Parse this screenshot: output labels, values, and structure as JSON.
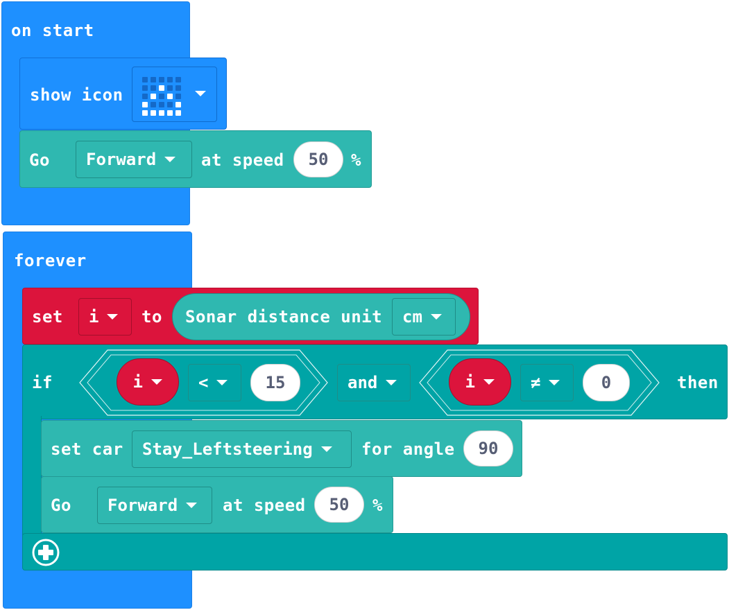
{
  "on_start": {
    "hat_label": "on start",
    "show_icon": {
      "label": "show icon",
      "icon_pattern": [
        [
          0,
          0,
          0,
          0,
          0
        ],
        [
          0,
          0,
          1,
          0,
          0
        ],
        [
          0,
          1,
          0,
          1,
          0
        ],
        [
          1,
          0,
          0,
          0,
          1
        ],
        [
          1,
          1,
          1,
          1,
          1
        ]
      ]
    },
    "go": {
      "label": "Go",
      "direction": "Forward",
      "at_speed": "at speed",
      "speed": "50",
      "unit": "%"
    }
  },
  "forever": {
    "hat_label": "forever",
    "set_block": {
      "label": "set",
      "variable": "i",
      "to": "to",
      "sonar_label": "Sonar distance unit",
      "sonar_unit": "cm"
    },
    "if_block": {
      "if_label": "if",
      "then_label": "then",
      "cond1": {
        "variable": "i",
        "operator": "<",
        "value": "15"
      },
      "logic": "and",
      "cond2": {
        "variable": "i",
        "operator": "≠",
        "value": "0"
      }
    },
    "set_car": {
      "label": "set car",
      "mode": "Stay_Leftsteering",
      "for_angle": "for angle",
      "angle": "90"
    },
    "go": {
      "label": "Go",
      "direction": "Forward",
      "at_speed": "at speed",
      "speed": "50",
      "unit": "%"
    }
  },
  "colors": {
    "basic_blue": "#1E90FF",
    "motor_teal": "#2FB8B0",
    "logic_teal": "#00A4A6",
    "variable_red": "#DC143C"
  },
  "icons": {
    "add": "plus-circle-icon",
    "dropdown": "caret-down-icon"
  }
}
